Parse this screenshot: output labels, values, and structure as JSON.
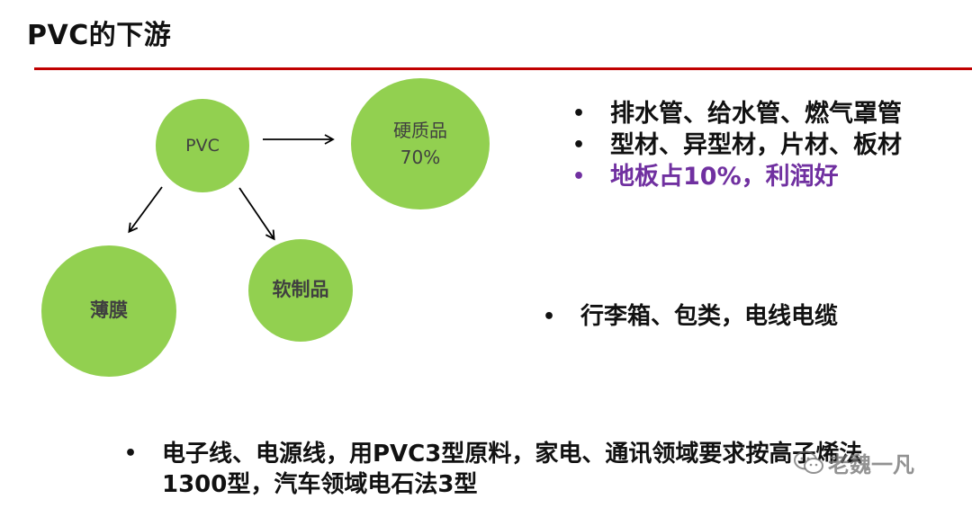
{
  "slide": {
    "title": "PVC的下游"
  },
  "diagram": {
    "nodes": {
      "pvc": "PVC",
      "hard": {
        "label": "硬质品",
        "share": "70%"
      },
      "film": "薄膜",
      "soft": "软制品"
    }
  },
  "colors": {
    "node_fill": "#92d050",
    "title_rule": "#c00000",
    "highlight": "#7030a0"
  },
  "hard_uses": [
    "排水管、给水管、燃气罩管",
    "型材、异型材，片材、板材",
    "地板占10%，利润好"
  ],
  "soft_uses": [
    "行李箱、包类，电线电缆"
  ],
  "film_uses": {
    "line1": "电子线、电源线，用PVC3型原料，家电、通讯领域要求按高子烯法",
    "line2": "1300型，汽车领域电石法3型"
  },
  "bullet_glyph": "•",
  "watermark": {
    "text": "老魏一凡",
    "icon": "wechat-icon"
  }
}
